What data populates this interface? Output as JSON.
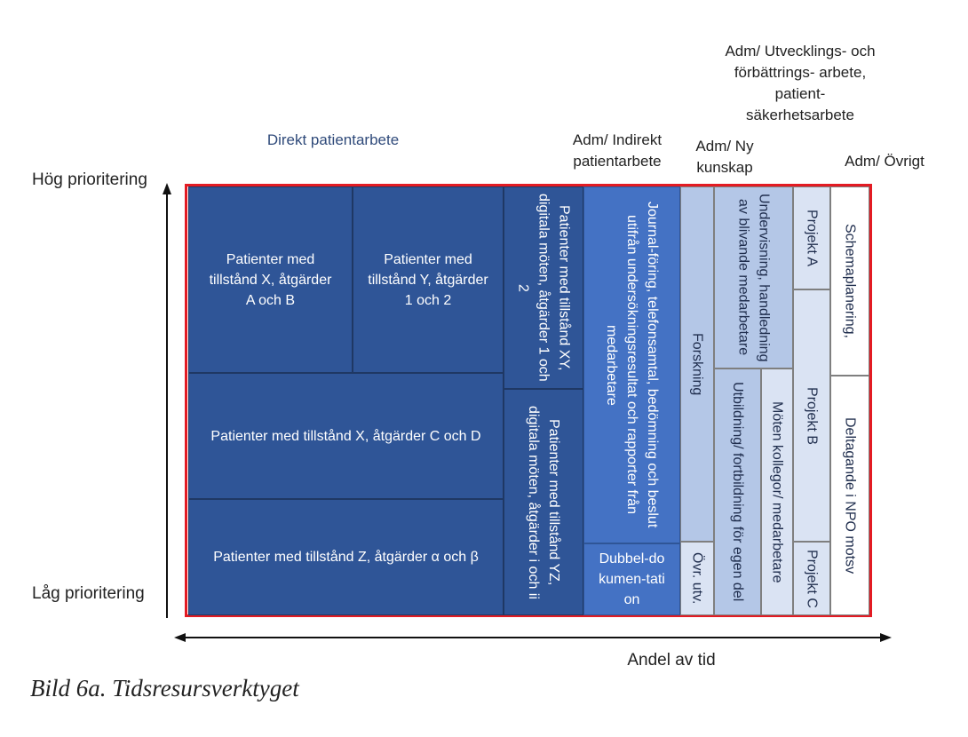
{
  "column_headers": {
    "direkt": "Direkt patientarbete",
    "indirekt": "Adm/ Indirekt patientarbete",
    "ny_kunskap": "Adm/ Ny kunskap",
    "utveckling": "Adm/ Utvecklings- och förbättrings- arbete, patient- säkerhetsarbete",
    "ovrigt": "Adm/ Övrigt"
  },
  "axis": {
    "high": "Hög prioritering",
    "low": "Låg prioritering",
    "x_label": "Andel av tid"
  },
  "boxes": {
    "b1": "Patienter med tillstånd X, åtgärder A och B",
    "b2": "Patienter med tillstånd Y, åtgärder 1 och 2",
    "b3": "Patienter med tillstånd X, åtgärder C och D",
    "b4": "Patienter med tillstånd Z, åtgärder α och β",
    "b5": "Patienter med tillstånd XY, digitala möten, åtgärder 1 och 2",
    "b6": "Patienter med tillstånd YZ, digitala möten, åtgärder i och ii",
    "b7": "Journal-föring, telefonsamtal, bedömning och beslut utifrån undersökningsresultat och rapporter från medarbetare",
    "b8": "Dubbel-dokumen-tation",
    "b9": "Forskning",
    "b10": "Övr. utv.",
    "b11": "Undervisning, handledning av blivande medarbetare",
    "b12": "Utbildning/ fortbildning för egen del",
    "b13": "Möten kollegor/ medarbetare",
    "b14": "Projekt A",
    "b15": "Projekt B",
    "b16": "Projekt C",
    "b17": "Schemaplanering,",
    "b18": "Deltagande i NPO motsv"
  },
  "caption": "Bild 6a. Tidsresursverktyget",
  "colors": {
    "frame": "#e31b23",
    "dark_blue": "#2f5597",
    "mid_blue": "#4472c4",
    "light_blue": "#b4c7e7",
    "pale_blue": "#dae3f3"
  }
}
